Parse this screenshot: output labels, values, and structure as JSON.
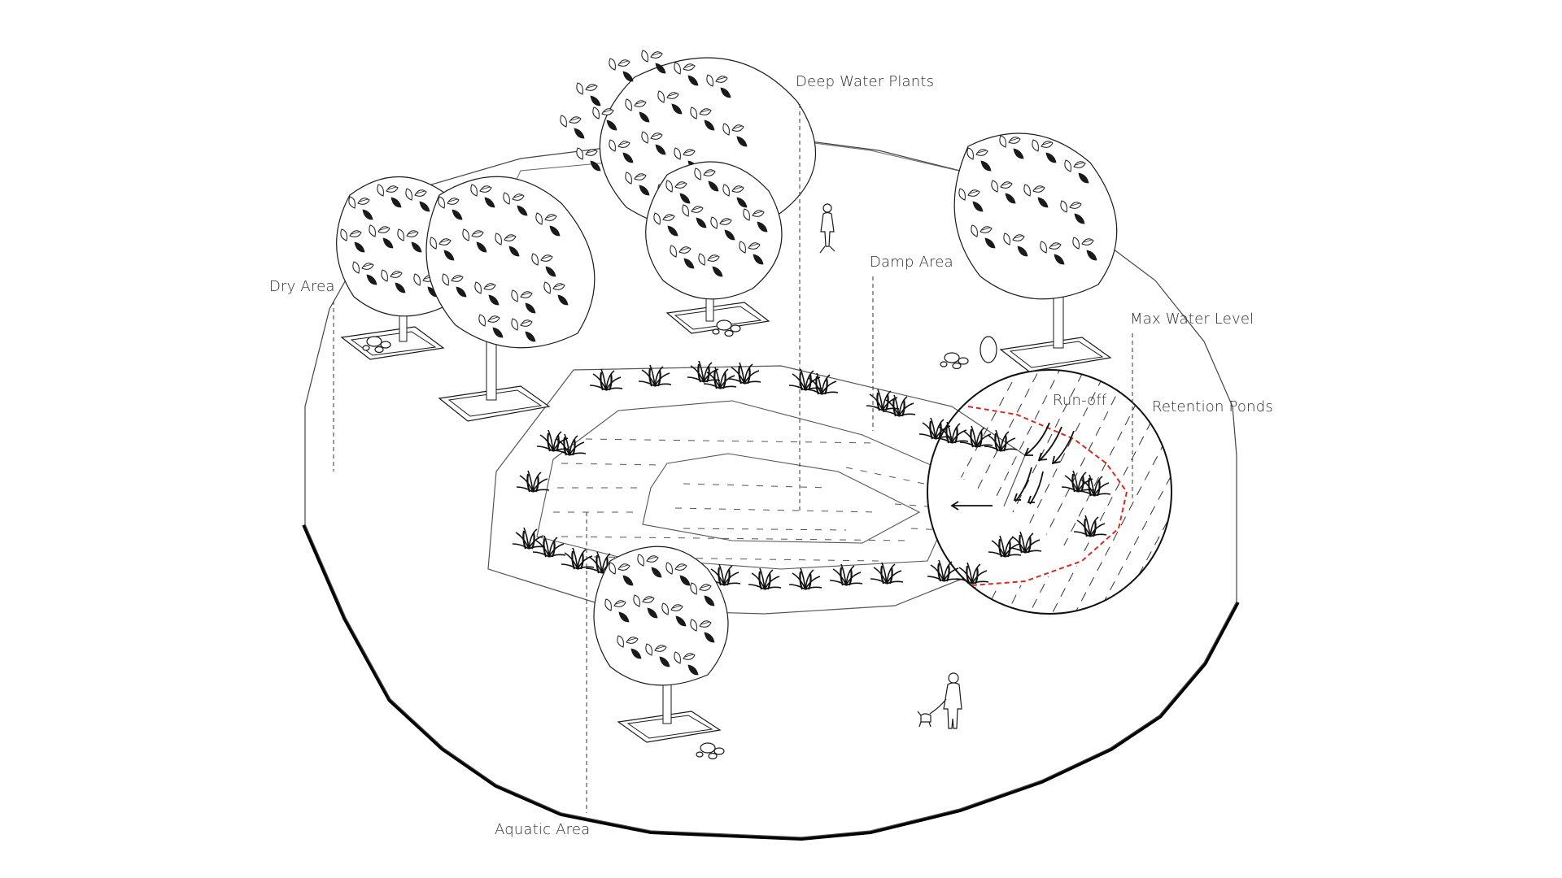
{
  "labels": {
    "deep_water_plants": "Deep Water Plants",
    "damp_area": "Damp Area",
    "dry_area": "Dry Area",
    "max_water_level": "Max Water Level",
    "run_off": "Run-off",
    "retention_ponds": "Retention Ponds",
    "aquatic_area": "Aquatic Area"
  },
  "colors": {
    "ink": "#1a1a1a",
    "max_water_level_line": "#d62b1f",
    "background": "#ffffff"
  }
}
